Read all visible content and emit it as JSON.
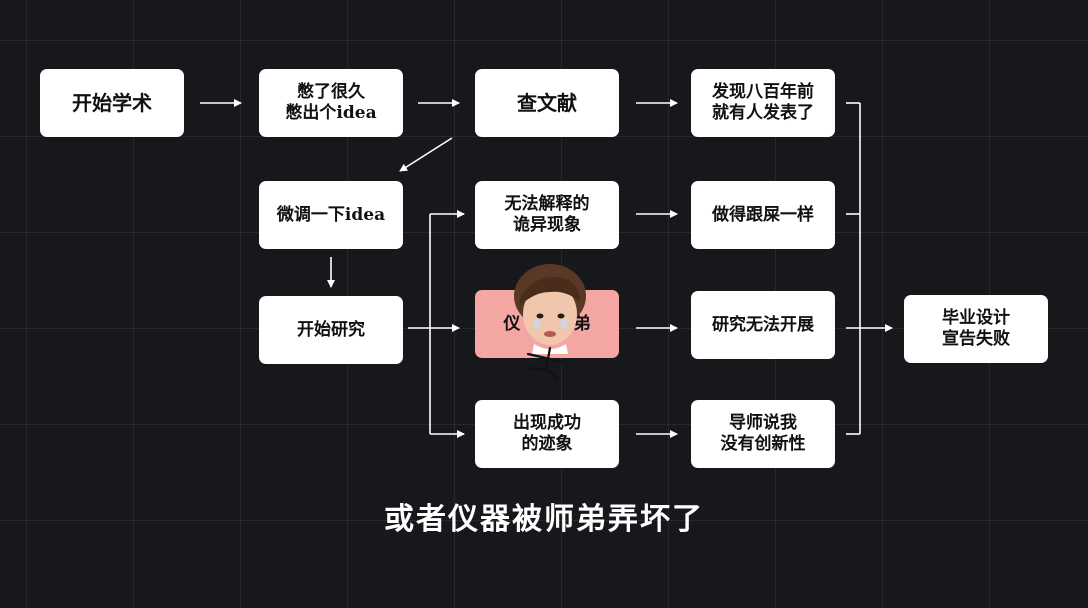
{
  "nodes": {
    "start_academic": "开始学术",
    "idea": "憋了很久\n憋出个idea",
    "literature": "查文献",
    "found_prior": "发现八百年前\n就有人发表了",
    "tweak_idea": "微调一下idea",
    "weird": "无法解释的\n诡异现象",
    "messy": "做得跟屎一样",
    "start_research": "开始研究",
    "broken_instrument_partial": "仪         弟",
    "cannot_proceed": "研究无法开展",
    "success_signs": "出现成功\n的迹象",
    "advisor": "导师说我\n没有创新性",
    "fail": "毕业设计\n宣告失败"
  },
  "subtitle": "或者仪器被师弟弄坏了",
  "colors": {
    "background": "#16181b",
    "box": "#ffffff",
    "highlight_box": "#f3a6a2",
    "arrow": "#ffffff"
  },
  "icons": [
    "arrow-right-icon",
    "arrow-down-icon",
    "arrow-diagonal-icon",
    "cartoon-head-sticker"
  ]
}
